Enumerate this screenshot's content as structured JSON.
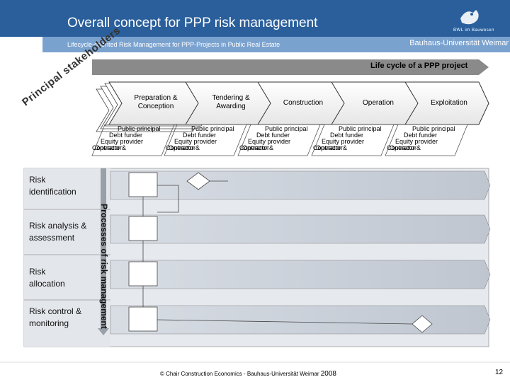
{
  "header": {
    "title": "Overall concept for PPP risk management",
    "subtitle": "Lifecycle-oriented Risk Management for PPP-Projects in Public Real Estate",
    "university": "Bauhaus-Universität Weimar",
    "logo_text": "BWL im Bauwesen"
  },
  "colors": {
    "header_dark": "#2a5f9c",
    "header_band": "#7aa2cf",
    "arrow_fill": "#8a8a8a",
    "lane_fill": "#c9cfd8"
  },
  "lifecycle": {
    "label": "Life cycle of a PPP project",
    "stakeholders_label": "Principal stakeholders",
    "phases": [
      {
        "line1": "Preparation &",
        "line2": "Conception"
      },
      {
        "line1": "Tendering &",
        "line2": "Awarding"
      },
      {
        "line1": "Construction",
        "line2": ""
      },
      {
        "line1": "Operation",
        "line2": ""
      },
      {
        "line1": "Exploitation",
        "line2": ""
      }
    ],
    "stakeholders": [
      {
        "line1": "Public principal",
        "line2": "Debt funder",
        "line3": "Equity provider",
        "line4": "Operator &",
        "line5": "Contractor"
      },
      {
        "line1": "Public principal",
        "line2": "Debt funder",
        "line3": "Equity provider",
        "line4": "Operator &",
        "line5": "Contractor"
      },
      {
        "line1": "Public principal",
        "line2": "Debt funder",
        "line3": "Equity provider",
        "line4": "Operator &",
        "line5": "Contractor"
      },
      {
        "line1": "Public principal",
        "line2": "Debt funder",
        "line3": "Equity provider",
        "line4": "Operator &",
        "line5": "Contractor"
      },
      {
        "line1": "Public principal",
        "line2": "Debt funder",
        "line3": "Equity provider",
        "line4": "Operator &",
        "line5": "Contractor"
      }
    ]
  },
  "processes": {
    "vertical_label": "Processes of risk management",
    "items": [
      {
        "line1": "Risk",
        "line2": "identification"
      },
      {
        "line1": "Risk analysis &",
        "line2": "assessment"
      },
      {
        "line1": "Risk",
        "line2": "allocation"
      },
      {
        "line1": "Risk control &",
        "line2": "monitoring"
      }
    ]
  },
  "footer": {
    "copyright": "© Chair Construction Economics - Bauhaus-Universität Weimar",
    "year": "2008",
    "page_number": "12"
  }
}
